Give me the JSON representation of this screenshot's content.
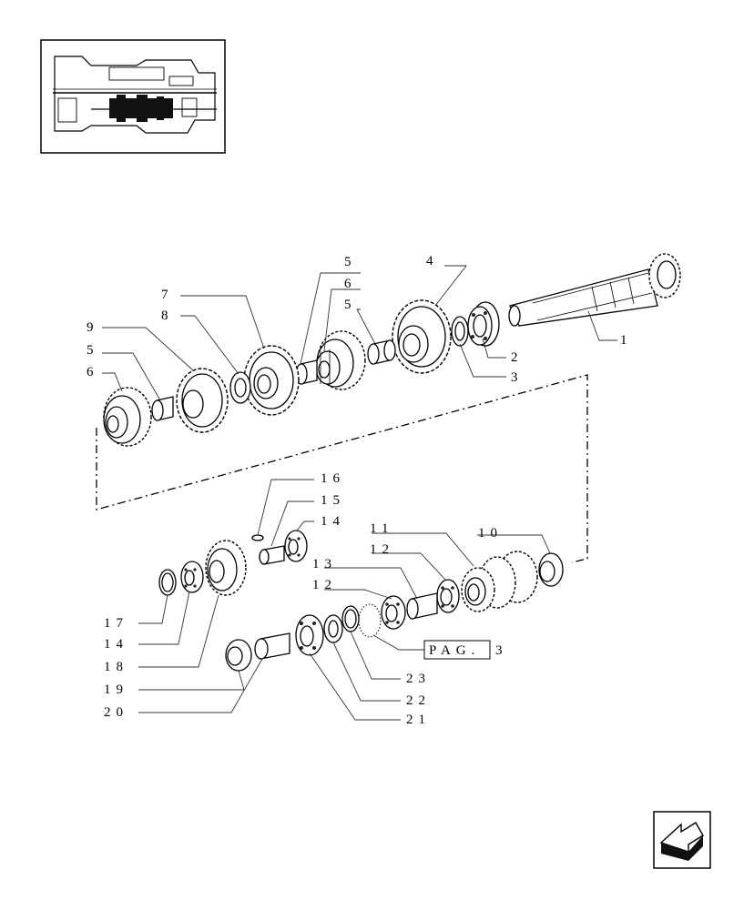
{
  "thumbnail": {
    "icon": "transmission-section-thumbnail"
  },
  "callouts": {
    "c1": "1",
    "c2": "2",
    "c3": "3",
    "c4": "4",
    "c5a": "5",
    "c5b": "5",
    "c5c": "5",
    "c6a": "6",
    "c6b": "6",
    "c7": "7",
    "c8": "8",
    "c9": "9",
    "c10": "10",
    "c11": "11",
    "c12a": "12",
    "c12b": "12",
    "c13": "13",
    "c14a": "14",
    "c14b": "14",
    "c15": "15",
    "c16": "16",
    "c17": "17",
    "c18": "18",
    "c19": "19",
    "c20": "20",
    "c21": "21",
    "c22": "22",
    "c23": "23"
  },
  "page_ref": {
    "label": "PAG.",
    "number": "3"
  },
  "nav": {
    "icon": "back-arrow-icon"
  }
}
